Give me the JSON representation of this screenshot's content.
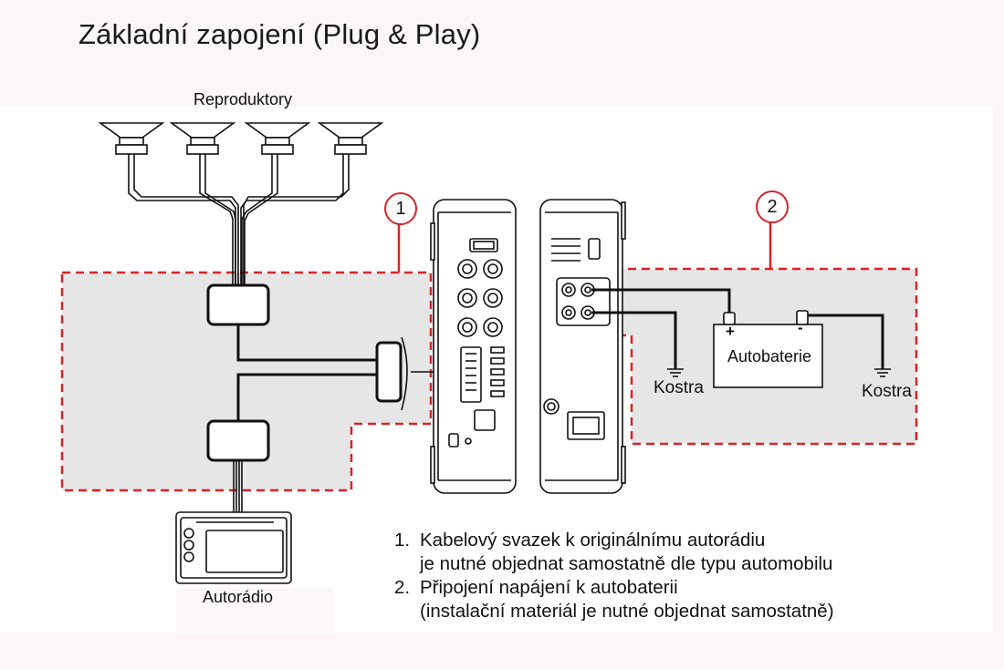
{
  "title": "Základní zapojení (Plug & Play)",
  "labels": {
    "speakers": "Reproduktory",
    "car_radio": "Autorádio",
    "battery": "Autobaterie",
    "ground_left": "Kostra",
    "ground_right": "Kostra",
    "battery_plus": "+",
    "battery_minus": "-"
  },
  "badges": {
    "one": "1",
    "two": "2"
  },
  "notes": [
    {
      "num": "1.",
      "line1": "Kabelový svazek k originálnímu autorádiu",
      "line2": "je nutné objednat samostatně dle typu automobilu"
    },
    {
      "num": "2.",
      "line1": "Připojení napájení k autobaterii",
      "line2": "(instalační materiál je nutné objednat samostatně)"
    }
  ],
  "colors": {
    "dashed_border": "#d8232a",
    "zone_fill": "#e6e6e6",
    "wire": "#111111"
  }
}
